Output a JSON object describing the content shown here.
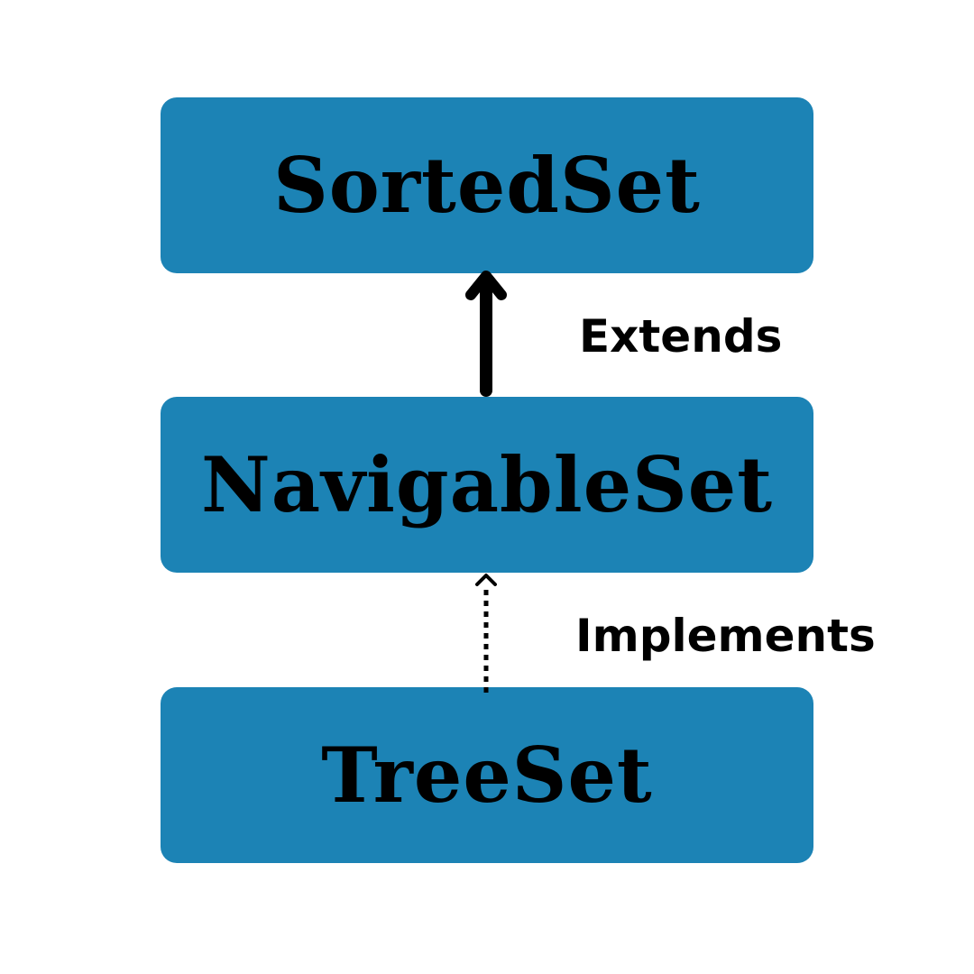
{
  "nodes": {
    "top": {
      "label": "SortedSet"
    },
    "middle": {
      "label": "NavigableSet"
    },
    "bottom": {
      "label": "TreeSet"
    }
  },
  "edges": {
    "extends": {
      "label": "Extends",
      "style": "solid"
    },
    "implements": {
      "label": "Implements",
      "style": "dotted"
    }
  },
  "colors": {
    "node_fill": "#1c83b5",
    "text": "#000000",
    "background": "#ffffff"
  }
}
